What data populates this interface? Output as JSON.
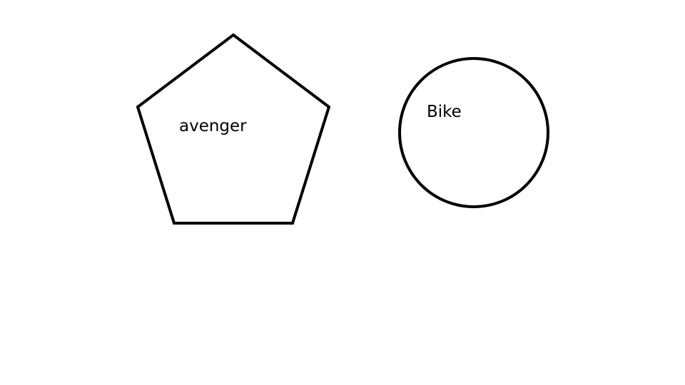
{
  "shapes": [
    {
      "kind": "pentagon",
      "label": "avenger"
    },
    {
      "kind": "circle",
      "label": "Bike"
    }
  ],
  "colors": {
    "background": "#ffffff",
    "stroke": "#000000",
    "text": "#000000"
  }
}
